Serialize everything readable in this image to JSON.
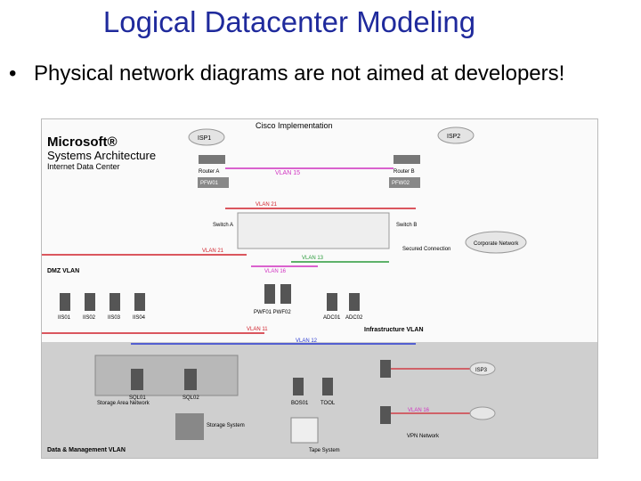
{
  "slide": {
    "title": "Logical Datacenter Modeling",
    "bullet": "Physical network diagrams are not aimed at developers!"
  },
  "diagram": {
    "header": "Cisco Implementation",
    "logo_line1": "Microsoft®",
    "logo_line2": "Systems Architecture",
    "logo_line3": "Internet Data Center",
    "isp1": "ISP1",
    "isp2": "ISP2",
    "isp3": "ISP3",
    "router_a": "Router A",
    "router_b": "Router B",
    "vlan15": "VLAN 15",
    "vlan21": "VLAN 21",
    "vlan16": "VLAN 16",
    "vlan13": "VLAN 13",
    "vlan11": "VLAN 11",
    "vlan12": "VLAN 12",
    "pfw01": "PFW01",
    "pfw02": "PFW02",
    "switch_a": "Switch A",
    "switch_b": "Switch B",
    "dmz_vlan": "DMZ VLAN",
    "corporate_network": "Corporate Network",
    "secured_connection": "Secured Connection",
    "infrastructure_vlan": "Infrastructure VLAN",
    "storage_area_network": "Storage Area Network",
    "storage_system": "Storage System",
    "tape_system": "Tape System",
    "data_mgmt_vlan": "Data & Management VLAN",
    "vpn_network": "VPN Network",
    "dmz_servers": [
      "IIS01",
      "IIS02",
      "IIS03",
      "IIS04"
    ],
    "fw_pair": "PWF01 PWF02",
    "dc_servers": [
      "ADC01",
      "ADC02"
    ],
    "db_servers": [
      "SQL01",
      "SQL02"
    ],
    "bo_servers": [
      "BOS01",
      "TOOL"
    ],
    "colors": {
      "vlan_red": "#d0202a",
      "vlan_magenta": "#d02fc0",
      "vlan_green": "#2a9a3a",
      "vlan_blue": "#2a3ad0",
      "title_blue": "#1f2a9c",
      "grey_area": "#c8c8c8"
    }
  }
}
